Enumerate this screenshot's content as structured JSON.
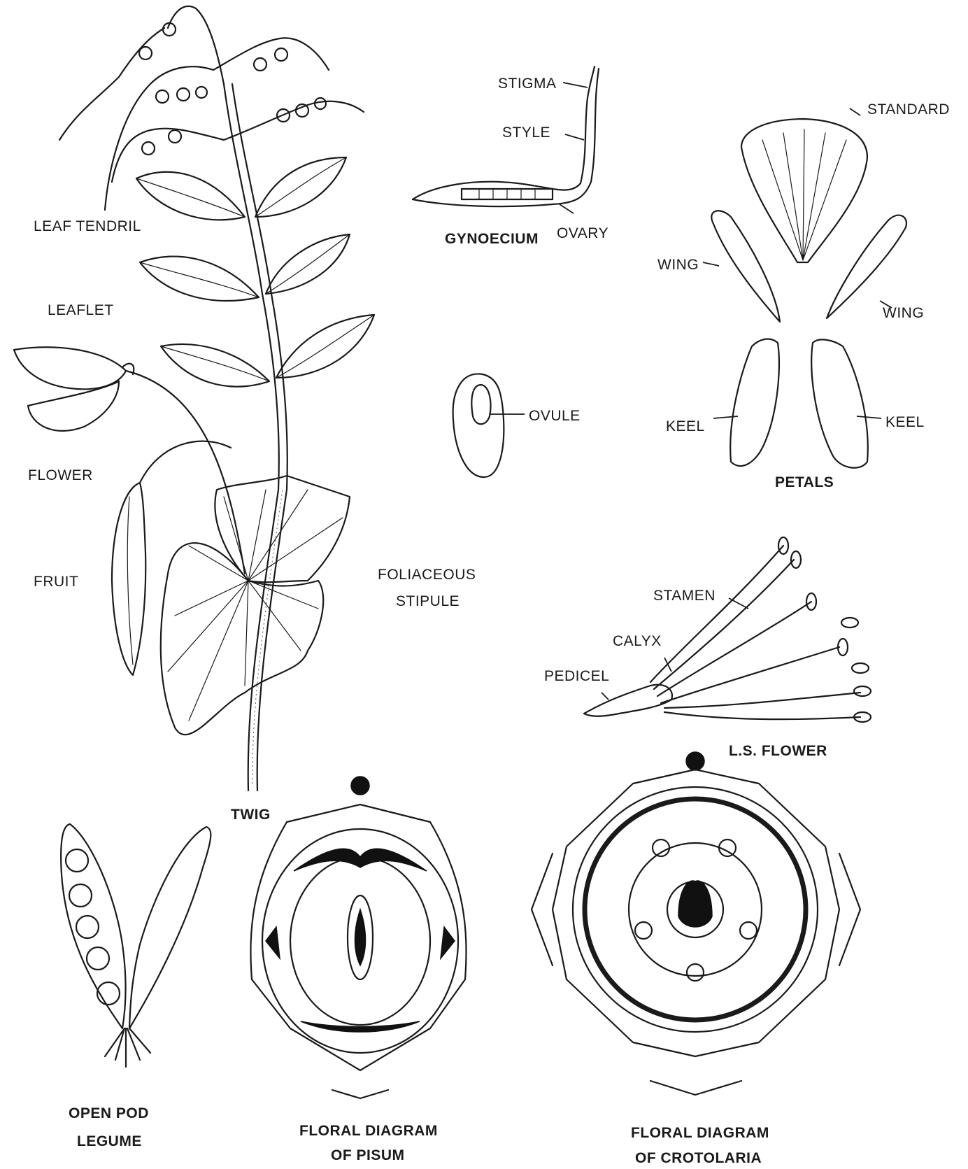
{
  "labels": {
    "leaf_tendril": "LEAF TENDRIL",
    "leaflet": "LEAFLET",
    "flower": "FLOWER",
    "fruit": "FRUIT",
    "foliaceous_stipule_line1": "FOLIACEOUS",
    "foliaceous_stipule_line2": "STIPULE",
    "twig": "TWIG",
    "stigma": "STIGMA",
    "style": "STYLE",
    "gynoecium": "GYNOECIUM",
    "ovary": "OVARY",
    "ovule": "OVULE",
    "standard": "STANDARD",
    "wing_left": "WING",
    "wing_right": "WING",
    "keel_left": "KEEL",
    "keel_right": "KEEL",
    "petals": "PETALS",
    "stamen": "STAMEN",
    "calyx": "CALYX",
    "pedicel": "PEDICEL",
    "ls_flower": "L.S. FLOWER",
    "open_pod_line1": "OPEN POD",
    "open_pod_line2": "LEGUME",
    "pisum_line1": "FLORAL DIAGRAM",
    "pisum_line2": "OF PISUM",
    "crotolaria_line1": "FLORAL DIAGRAM",
    "crotolaria_line2": "OF CROTOLARIA"
  },
  "colors": {
    "ink": "#1a1a1a",
    "background": "#ffffff"
  }
}
